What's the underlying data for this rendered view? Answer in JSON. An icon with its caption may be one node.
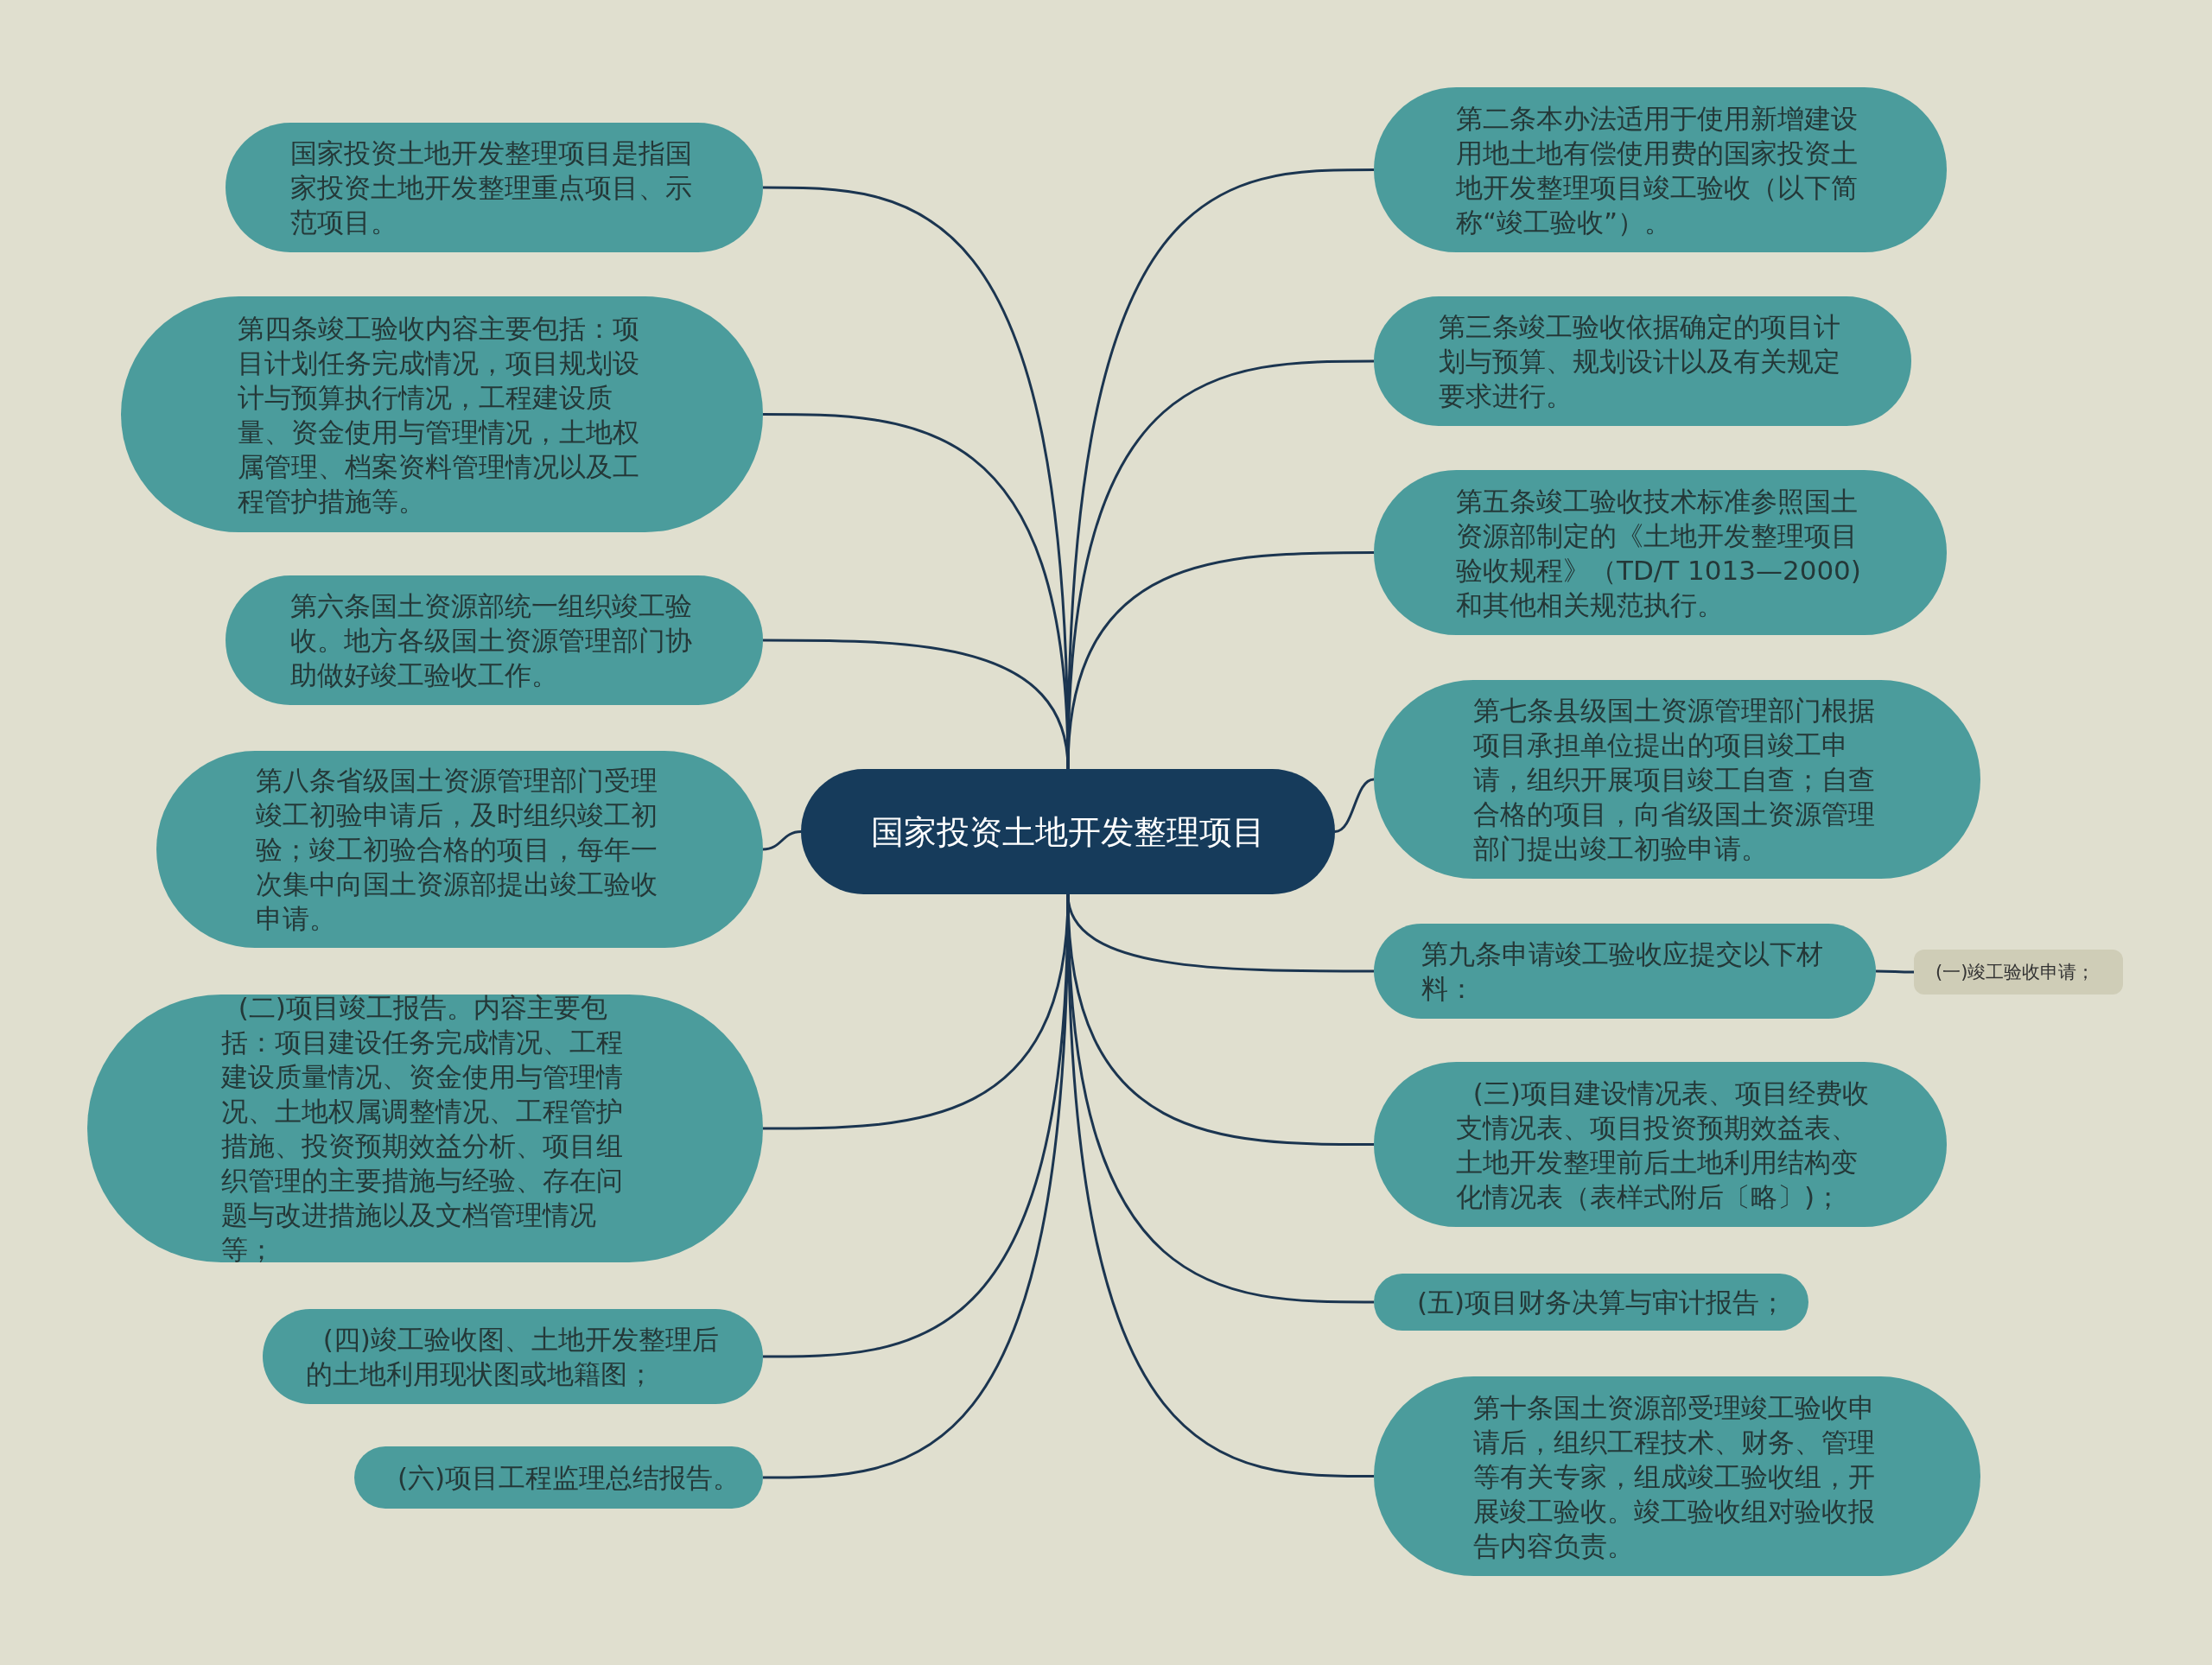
{
  "diagram": {
    "nodes": [
      {
        "text": [
          "国家投资土地开发整理项目"
        ]
      },
      {
        "text": [
          "国家投资土地开发整理项目是指国家投资土地开发整理重点项目、示范项目。"
        ]
      },
      {
        "text": [
          "第二条本办法适用于使用新增建设用地土地有偿使用费的国家投资土地开发整理项目竣工验收（以下简称“竣工验收”）。"
        ]
      },
      {
        "text": [
          "第三条竣工验收依据确定的项目计划与预算、规划设计以及有关规定要求进行。"
        ]
      },
      {
        "text": [
          "第四条竣工验收内容主要包括：项目计划任务完成情况，项目规划设计与预算执行情况，工程建设质量、资金使用与管理情况，土地权属管理、档案资料管理情况以及工程管护措施等。"
        ]
      },
      {
        "text": [
          "第五条竣工验收技术标准参照国土资源部制定的《土地开发整理项目验收规程》（TD/T 1013—2000)和其他相关规范执行。"
        ]
      },
      {
        "text": [
          "第六条国土资源部统一组织竣工验收。地方各级国土资源管理部门协助做好竣工验收工作。"
        ]
      },
      {
        "text": [
          "第七条县级国土资源管理部门根据项目承担单位提出的项目竣工申请，组织开展项目竣工自查；自查合格的项目，向省级国土资源管理部门提出竣工初验申请。"
        ]
      },
      {
        "text": [
          "第八条省级国土资源管理部门受理竣工初验申请后，及时组织竣工初验；竣工初验合格的项目，每年一次集中向国土资源部提出竣工验收申请。"
        ]
      },
      {
        "text": [
          "第九条申请竣工验收应提交以下材料："
        ]
      },
      {
        "text": [
          "(一)竣工验收申请；"
        ]
      },
      {
        "text": [
          "  (二)项目竣工报告。内容主要包括：项目建设任务完成情况、工程建设质量情况、资金使用与管理情况、土地权属调整情况、工程管护措施、投资预期效益分析、项目组织管理的主要措施与经验、存在问题与改进措施以及文档管理情况等；"
        ]
      },
      {
        "text": [
          "  (三)项目建设情况表、项目经费收支情况表、项目投资预期效益表、土地开发整理前后土地利用结构变化情况表（表样式附后〔略〕)；"
        ]
      },
      {
        "text": [
          "  (四)竣工验收图、土地开发整理后的土地利用现状图或地籍图；"
        ]
      },
      {
        "text": [
          "(五)项目财务决算与审计报告；"
        ]
      },
      {
        "text": [
          "(六)项目工程监理总结报告。"
        ]
      },
      {
        "text": [
          "第十条国土资源部受理竣工验收申请后，组织工程技术、财务、管理等有关专家，组成竣工验收组，开展竣工验收。竣工验收组对验收报告内容负责。"
        ]
      }
    ],
    "edges": [
      {
        "from": 0,
        "to": 1,
        "arrow": "none"
      },
      {
        "from": 0,
        "to": 2,
        "arrow": "none"
      },
      {
        "from": 0,
        "to": 3,
        "arrow": "none"
      },
      {
        "from": 0,
        "to": 4,
        "arrow": "none"
      },
      {
        "from": 0,
        "to": 5,
        "arrow": "none"
      },
      {
        "from": 0,
        "to": 6,
        "arrow": "none"
      },
      {
        "from": 0,
        "to": 7,
        "arrow": "none"
      },
      {
        "from": 0,
        "to": 8,
        "arrow": "none"
      },
      {
        "from": 0,
        "to": 9,
        "arrow": "none"
      },
      {
        "from": 9,
        "to": 10,
        "arrow": "none"
      },
      {
        "from": 0,
        "to": 11,
        "arrow": "none"
      },
      {
        "from": 0,
        "to": 12,
        "arrow": "none"
      },
      {
        "from": 0,
        "to": 13,
        "arrow": "none"
      },
      {
        "from": 0,
        "to": 14,
        "arrow": "none"
      },
      {
        "from": 0,
        "to": 15,
        "arrow": "none"
      },
      {
        "from": 0,
        "to": 16,
        "arrow": "none"
      }
    ]
  }
}
